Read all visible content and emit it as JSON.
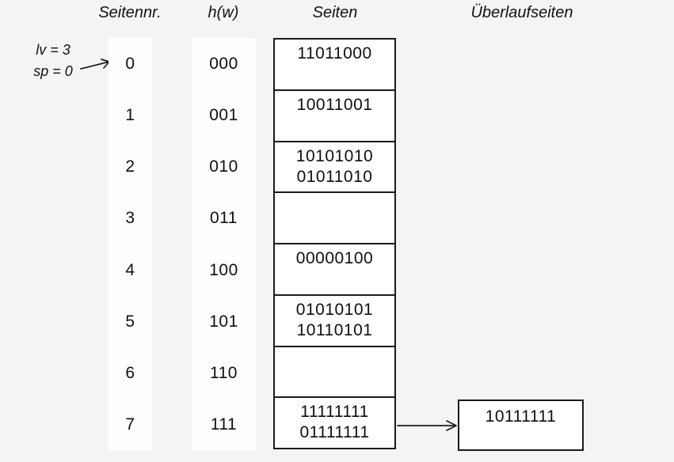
{
  "header": {
    "col_page_nr": "Seitennr.",
    "col_hash": "h(w)",
    "col_pages": "Seiten",
    "col_overflow": "Überlaufseiten"
  },
  "annotation": {
    "level": "lv = 3",
    "split_pointer": "sp = 0",
    "points_to_row": "0"
  },
  "rows": [
    {
      "nr": "0",
      "h": "000",
      "values": [
        "11011000"
      ]
    },
    {
      "nr": "1",
      "h": "001",
      "values": [
        "10011001"
      ]
    },
    {
      "nr": "2",
      "h": "010",
      "values": [
        "10101010",
        "01011010"
      ]
    },
    {
      "nr": "3",
      "h": "011",
      "values": []
    },
    {
      "nr": "4",
      "h": "100",
      "values": [
        "00000100"
      ]
    },
    {
      "nr": "5",
      "h": "101",
      "values": [
        "01010101",
        "10110101"
      ]
    },
    {
      "nr": "6",
      "h": "110",
      "values": []
    },
    {
      "nr": "7",
      "h": "111",
      "values": [
        "11111111",
        "01111111"
      ]
    }
  ],
  "overflow": {
    "linked_row": "7",
    "values": [
      "10111111"
    ]
  },
  "icons": {
    "split_pointer_arrow": "diagonal-arrow-right-up",
    "overflow_link_arrow": "arrow-right"
  },
  "colors": {
    "background": "#f4f4f2",
    "panel": "#ffffff",
    "line": "#1b1b1b",
    "text": "#0f0f0f"
  }
}
